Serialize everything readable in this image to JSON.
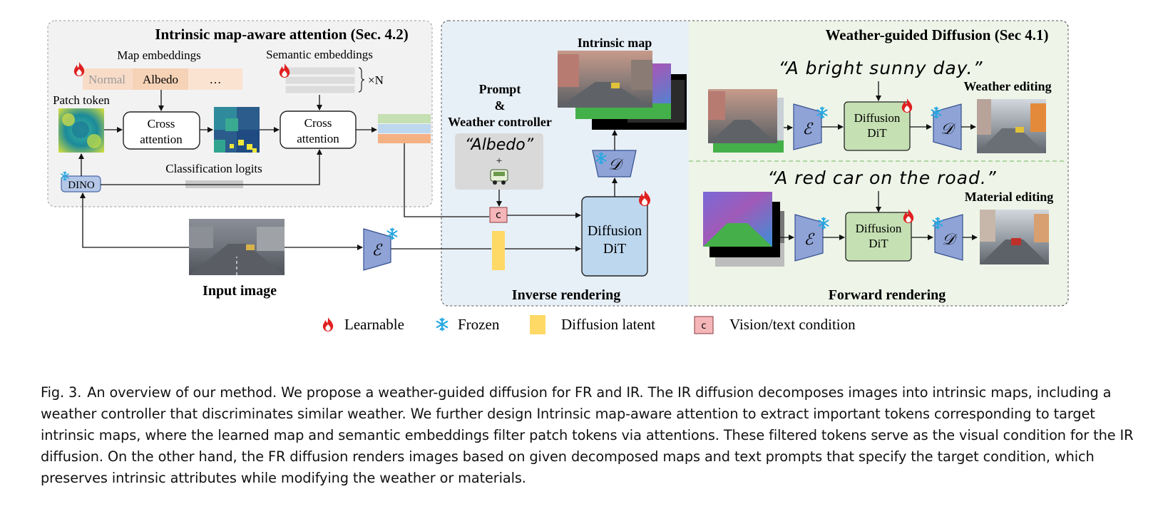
{
  "panels": {
    "attention_title": "Intrinsic map-aware attention (Sec. 4.2)",
    "weather_title": "Weather-guided Diffusion (Sec 4.1)",
    "inverse_label": "Inverse rendering",
    "forward_label": "Forward rendering"
  },
  "attention": {
    "map_embeddings": "Map embeddings",
    "semantic_embeddings": "Semantic embeddings",
    "map_chips": [
      "Normal",
      "Albedo",
      "…"
    ],
    "times_n": "×N",
    "patch_token": "Patch token",
    "cross_attention_line1": "Cross",
    "cross_attention_line2": "attention",
    "classification_logits": "Classification logits",
    "dino": "DINO"
  },
  "input_image_label": "Input image",
  "controller": {
    "line1": "Prompt",
    "line2": "&",
    "line3": "Weather controller",
    "quote": "“Albedo”",
    "plus": "+",
    "condition_symbol": "c"
  },
  "encoder_symbol": "ℰ",
  "decoder_symbol": "𝒟",
  "diffusion_line1": "Diffusion",
  "diffusion_line2": "DiT",
  "intrinsic_map_label": "Intrinsic map",
  "weather_prompt": "“A bright sunny day.”",
  "weather_editing": "Weather editing",
  "material_prompt": "“A red car on the road.”",
  "material_editing": "Material editing",
  "legend": {
    "learnable": "Learnable",
    "frozen": "Frozen",
    "latent": "Diffusion latent",
    "condition": "Vision/text condition",
    "condition_symbol": "c"
  },
  "caption": {
    "label": "Fig. 3.",
    "text": "An overview of our method. We propose a weather-guided diffusion for FR and IR. The IR diffusion decomposes images into intrinsic maps, including a weather controller that discriminates similar weather. We further design Intrinsic map-aware attention to extract important tokens corresponding to target intrinsic maps, where the learned map and semantic embeddings filter patch tokens via attentions. These filtered tokens serve as the visual condition for the IR diffusion. On the other hand, the FR diffusion renders images based on given decomposed maps and text prompts that specify the target condition, which preserves intrinsic attributes while modifying the weather or materials."
  },
  "colors": {
    "panel_grey": "#f2f2f2",
    "inverse_bg": "#e8f0f7",
    "forward_bg": "#eef4e8",
    "encoder": "#8fa3d6",
    "diffusion_ir": "#bdd7ee",
    "diffusion_fr": "#c5e0b3",
    "latent": "#ffd966",
    "condition": "#f4b6b9",
    "learnable": "#e02020",
    "frozen": "#29a8e0"
  },
  "icons": [
    "flame-icon",
    "snowflake-icon",
    "car-icon"
  ]
}
